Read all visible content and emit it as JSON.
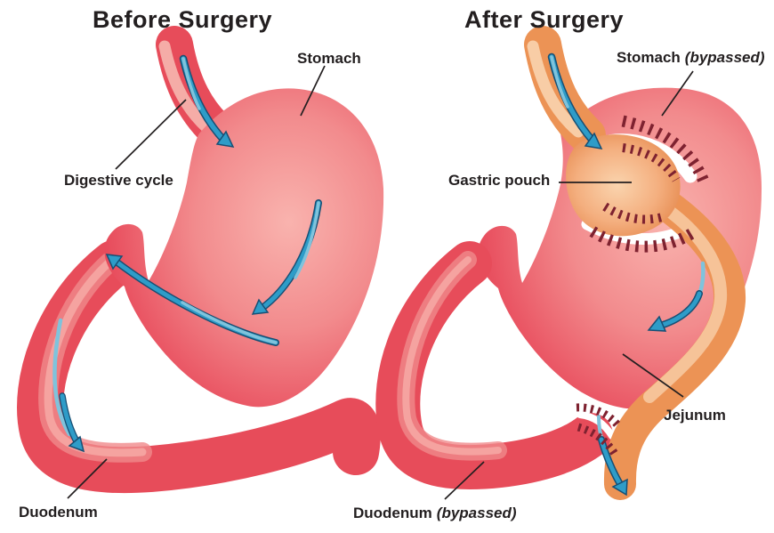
{
  "panels": {
    "before": {
      "title": "Before Surgery",
      "labels": {
        "stomach": "Stomach",
        "digestive_cycle": "Digestive cycle",
        "duodenum": "Duodenum"
      }
    },
    "after": {
      "title": "After Surgery",
      "labels": {
        "stomach": "Stomach",
        "stomach_suffix": "(bypassed)",
        "gastric_pouch": "Gastric pouch",
        "jejunum": "Jejunum",
        "duodenum": "Duodenum",
        "duodenum_suffix": "(bypassed)"
      }
    }
  },
  "colors": {
    "background": "#FFFFFF",
    "organ_red": "#E74C5A",
    "organ_red_deep": "#E23B4E",
    "organ_pink_highlight": "#F5ACA7",
    "organ_orange": "#EC9355",
    "organ_orange_light": "#F8CDA6",
    "arrow_blue": "#2E9CC8",
    "arrow_blue_light": "#7FC3DC",
    "arrow_outline": "#174F74",
    "staple_maroon": "#7E2230",
    "leader_line": "#231F20",
    "text": "#231F20"
  }
}
